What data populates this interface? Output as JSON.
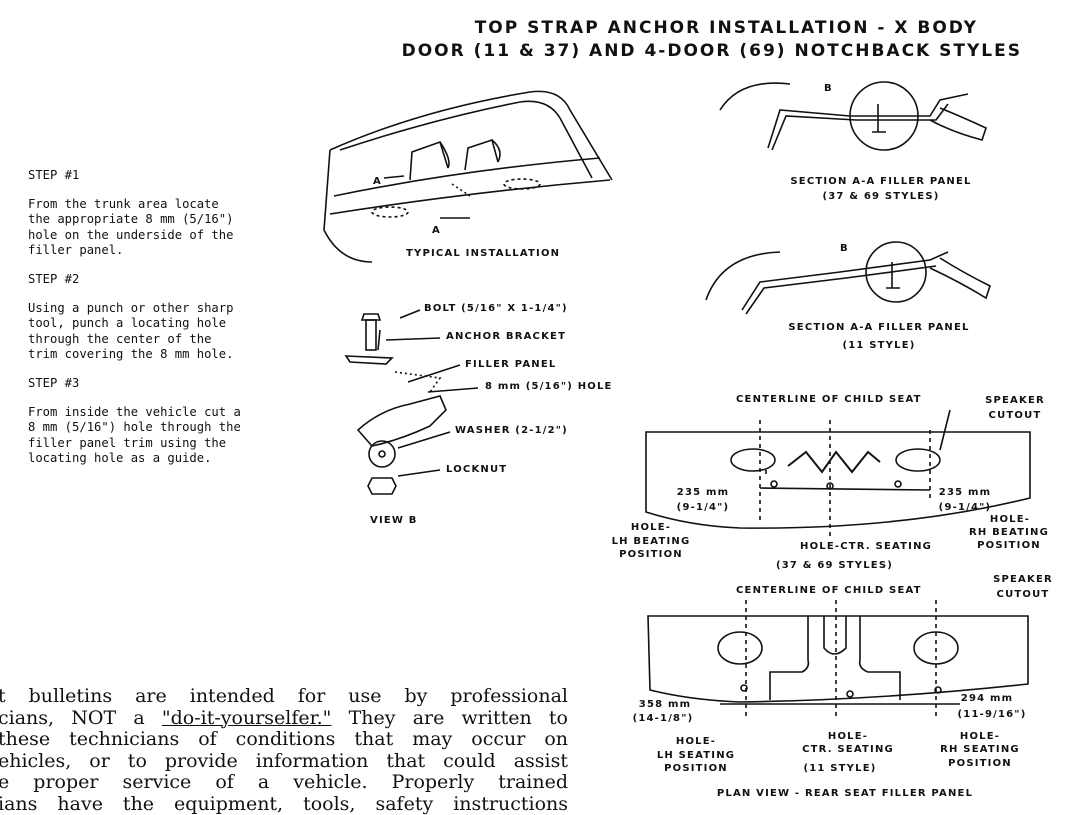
{
  "title": {
    "line1": "TOP STRAP ANCHOR INSTALLATION - X BODY",
    "line2": "DOOR (11 & 37) AND 4-DOOR (69) NOTCHBACK STYLES"
  },
  "steps": [
    {
      "heading": "STEP #1",
      "text": "From the trunk area locate\nthe appropriate 8 mm (5/16\")\nhole on the underside of the\nfiller panel."
    },
    {
      "heading": "STEP #2",
      "text": "Using a punch or other sharp\ntool, punch a locating hole\nthrough the center of the\ntrim covering the 8 mm hole."
    },
    {
      "heading": "STEP #3",
      "text": "From inside the vehicle cut a\n8 mm (5/16\") hole through the\nfiller panel trim using the\nlocating hole as a guide."
    }
  ],
  "typical": {
    "caption": "TYPICAL INSTALLATION",
    "a_left": "A",
    "a_right": "A"
  },
  "view_b": {
    "caption": "VIEW B",
    "bolt": "BOLT (5/16\" X 1-1/4\")",
    "anchor_bracket": "ANCHOR BRACKET",
    "filler_panel": "FILLER PANEL",
    "hole": "8 mm (5/16\") HOLE",
    "washer": "WASHER (2-1/2\")",
    "locknut": "LOCKNUT"
  },
  "section1": {
    "caption": "SECTION A-A FILLER PANEL",
    "sub": "(37 & 69 STYLES)",
    "b": "B"
  },
  "section2": {
    "caption": "SECTION A-A FILLER PANEL",
    "sub": "(11 STYLE)",
    "b": "B"
  },
  "plan1": {
    "centerline": "CENTERLINE OF CHILD SEAT",
    "speaker": "SPEAKER",
    "cutout": "CUTOUT",
    "dim_left": "235 mm",
    "dim_left_in": "(9-1/4\")",
    "dim_right": "235 mm",
    "dim_right_in": "(9-1/4\")",
    "lh1": "HOLE-",
    "lh2": "LH BEATING",
    "lh3": "POSITION",
    "ctr": "HOLE-CTR. SEATING",
    "rh1": "HOLE-",
    "rh2": "RH BEATING",
    "rh3": "POSITION",
    "styles": "(37 & 69 STYLES)"
  },
  "plan2": {
    "centerline": "CENTERLINE OF CHILD SEAT",
    "speaker": "SPEAKER",
    "cutout": "CUTOUT",
    "dim_left": "358 mm",
    "dim_left_in": "(14-1/8\")",
    "dim_right": "294 mm",
    "dim_right_in": "(11-9/16\")",
    "lh1": "HOLE-",
    "lh2": "LH SEATING",
    "lh3": "POSITION",
    "ctr1": "HOLE-",
    "ctr2": "CTR. SEATING",
    "rh1": "HOLE-",
    "rh2": "RH SEATING",
    "rh3": "POSITION",
    "style": "(11 STYLE)",
    "caption": "PLAN VIEW - REAR SEAT FILLER PANEL"
  },
  "disclaimer": {
    "line1": "t bulletins are intended for use by professional",
    "line2a": "cians, NOT a ",
    "line2b": "\"do-it-yourselfer.\"",
    "line2c": " They are written to",
    "line3": " these technicians of conditions that may occur on",
    "line4": "ehicles, or to provide information that could assist",
    "line5": "e proper service of a vehicle. Properly trained",
    "line6": "ians have the equipment, tools, safety instructions"
  }
}
